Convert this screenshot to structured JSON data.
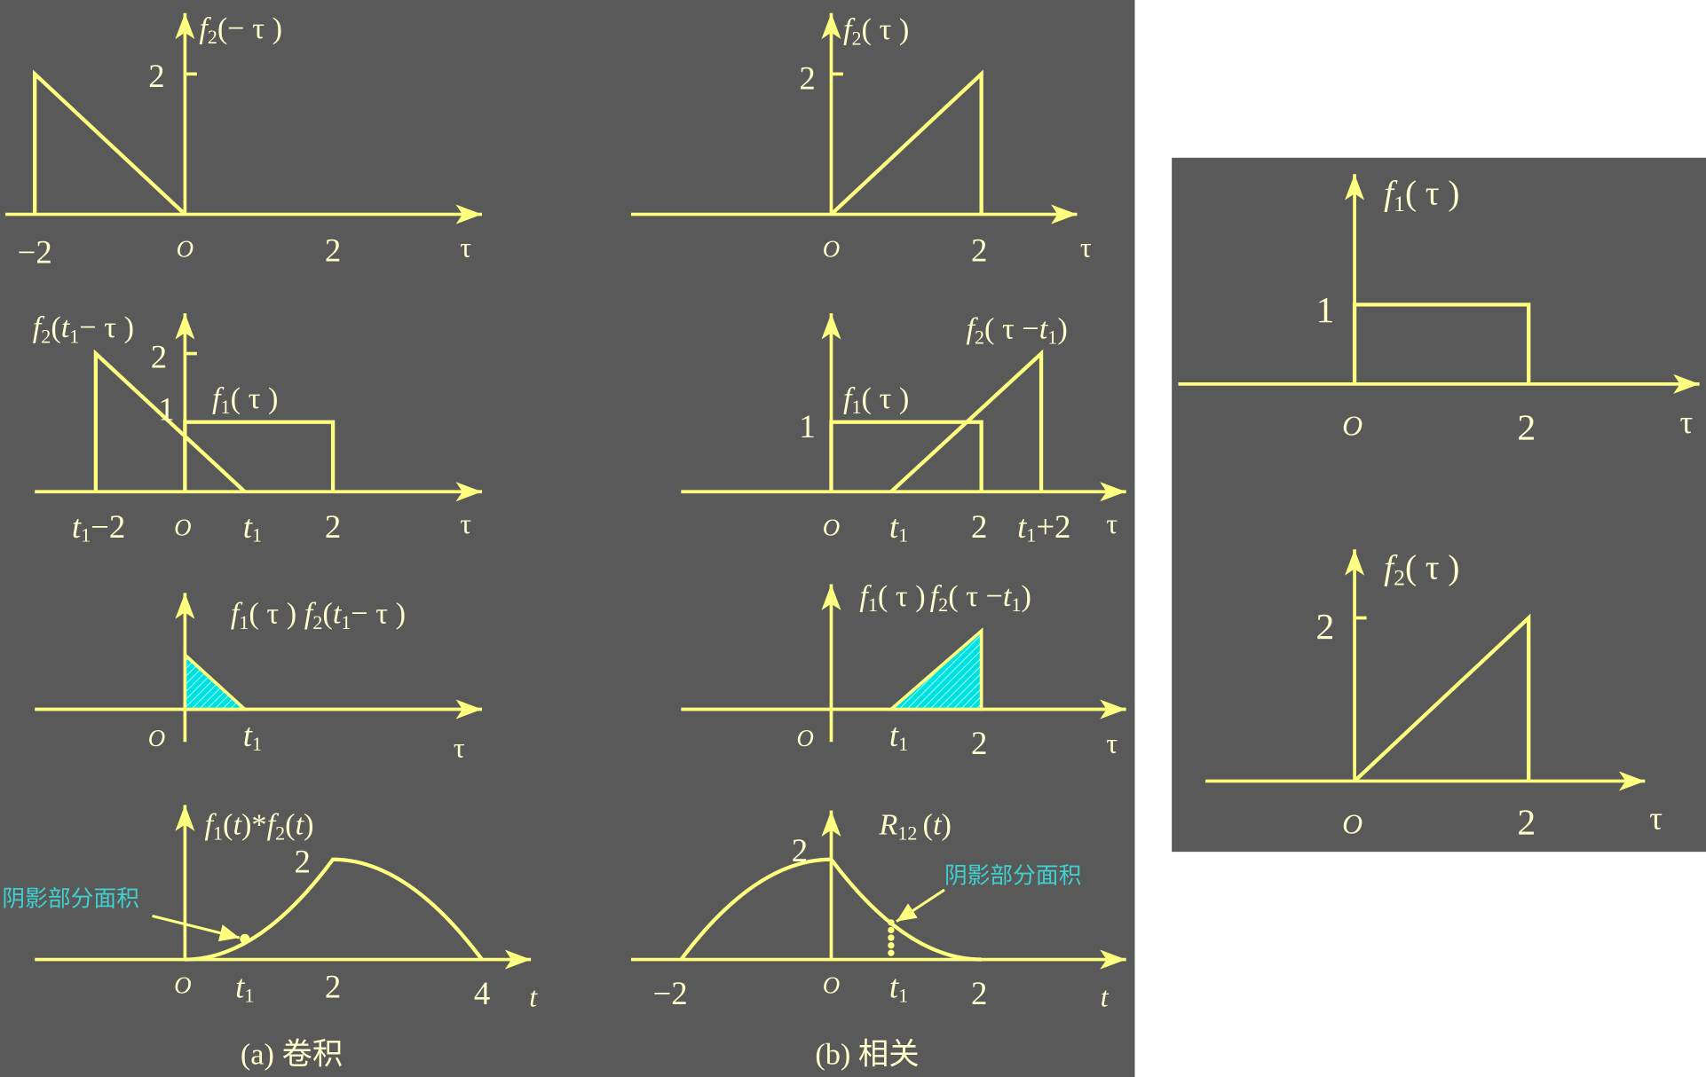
{
  "colors": {
    "panel_background": "#595959",
    "page_background": "#FFFFFF",
    "curve": "#FFFF80",
    "label": "#FFFFCC",
    "annotation": "#40D0D0",
    "shade": "#00E0E0"
  },
  "convolution": {
    "caption": "(a) 卷积",
    "plot1": {
      "title": [
        "f",
        "2",
        "(− τ )"
      ],
      "y_tick": "2",
      "x_ticks": [
        "−2",
        "O",
        "2"
      ],
      "x_label": "τ"
    },
    "plot2": {
      "title": [
        "f",
        "2",
        "(",
        "t",
        "1",
        "− τ )"
      ],
      "y_ticks": [
        "2",
        "1"
      ],
      "rect_label": [
        "f",
        "1",
        "( τ )"
      ],
      "x_ticks": [
        [
          "t",
          "1",
          "−2"
        ],
        "O",
        [
          "t",
          "1"
        ],
        "2"
      ],
      "x_label": "τ"
    },
    "plot3": {
      "title": [
        "f",
        "1",
        "( τ )",
        "f",
        "2",
        "(",
        "t",
        "1",
        "− τ )"
      ],
      "x_ticks": [
        "O",
        [
          "t",
          "1"
        ]
      ],
      "x_label": "τ"
    },
    "plot4": {
      "title": [
        "f",
        "1",
        "(",
        "t",
        ")*",
        "f",
        "2",
        "(",
        "t",
        ")"
      ],
      "peak_label": "2",
      "x_ticks": [
        "O",
        [
          "t",
          "1"
        ],
        "2",
        "4"
      ],
      "x_label": "t",
      "annotation": "阴影部分面积"
    }
  },
  "correlation": {
    "caption": "(b) 相关",
    "plot1": {
      "title": [
        "f",
        "2",
        "( τ )"
      ],
      "y_tick": "2",
      "x_ticks": [
        "O",
        "2"
      ],
      "x_label": "τ"
    },
    "plot2": {
      "title": [
        "f",
        "2",
        "( τ −",
        "t",
        "1",
        ")"
      ],
      "y_tick": "1",
      "rect_label": [
        "f",
        "1",
        "( τ )"
      ],
      "x_ticks": [
        "O",
        [
          "t",
          "1"
        ],
        "2",
        [
          "t",
          "1",
          "+2"
        ]
      ],
      "x_label": "τ"
    },
    "plot3": {
      "title": [
        "f",
        "1",
        "( τ )",
        "f",
        "2",
        "( τ −",
        "t",
        "1",
        ")"
      ],
      "x_ticks": [
        "O",
        [
          "t",
          "1"
        ],
        "2"
      ],
      "x_label": "τ"
    },
    "plot4": {
      "title": [
        "R",
        "12",
        "(",
        "t",
        ")"
      ],
      "peak_label": "2",
      "x_ticks": [
        "−2",
        "O",
        [
          "t",
          "1"
        ],
        "2"
      ],
      "x_label": "t",
      "annotation": "阴影部分面积"
    }
  },
  "signals": {
    "plot1": {
      "title": [
        "f",
        "1",
        "( τ )"
      ],
      "y_tick": "1",
      "x_ticks": [
        "O",
        "2"
      ],
      "x_label": "τ"
    },
    "plot2": {
      "title": [
        "f",
        "2",
        "( τ )"
      ],
      "y_tick": "2",
      "x_ticks": [
        "O",
        "2"
      ],
      "x_label": "τ"
    }
  }
}
